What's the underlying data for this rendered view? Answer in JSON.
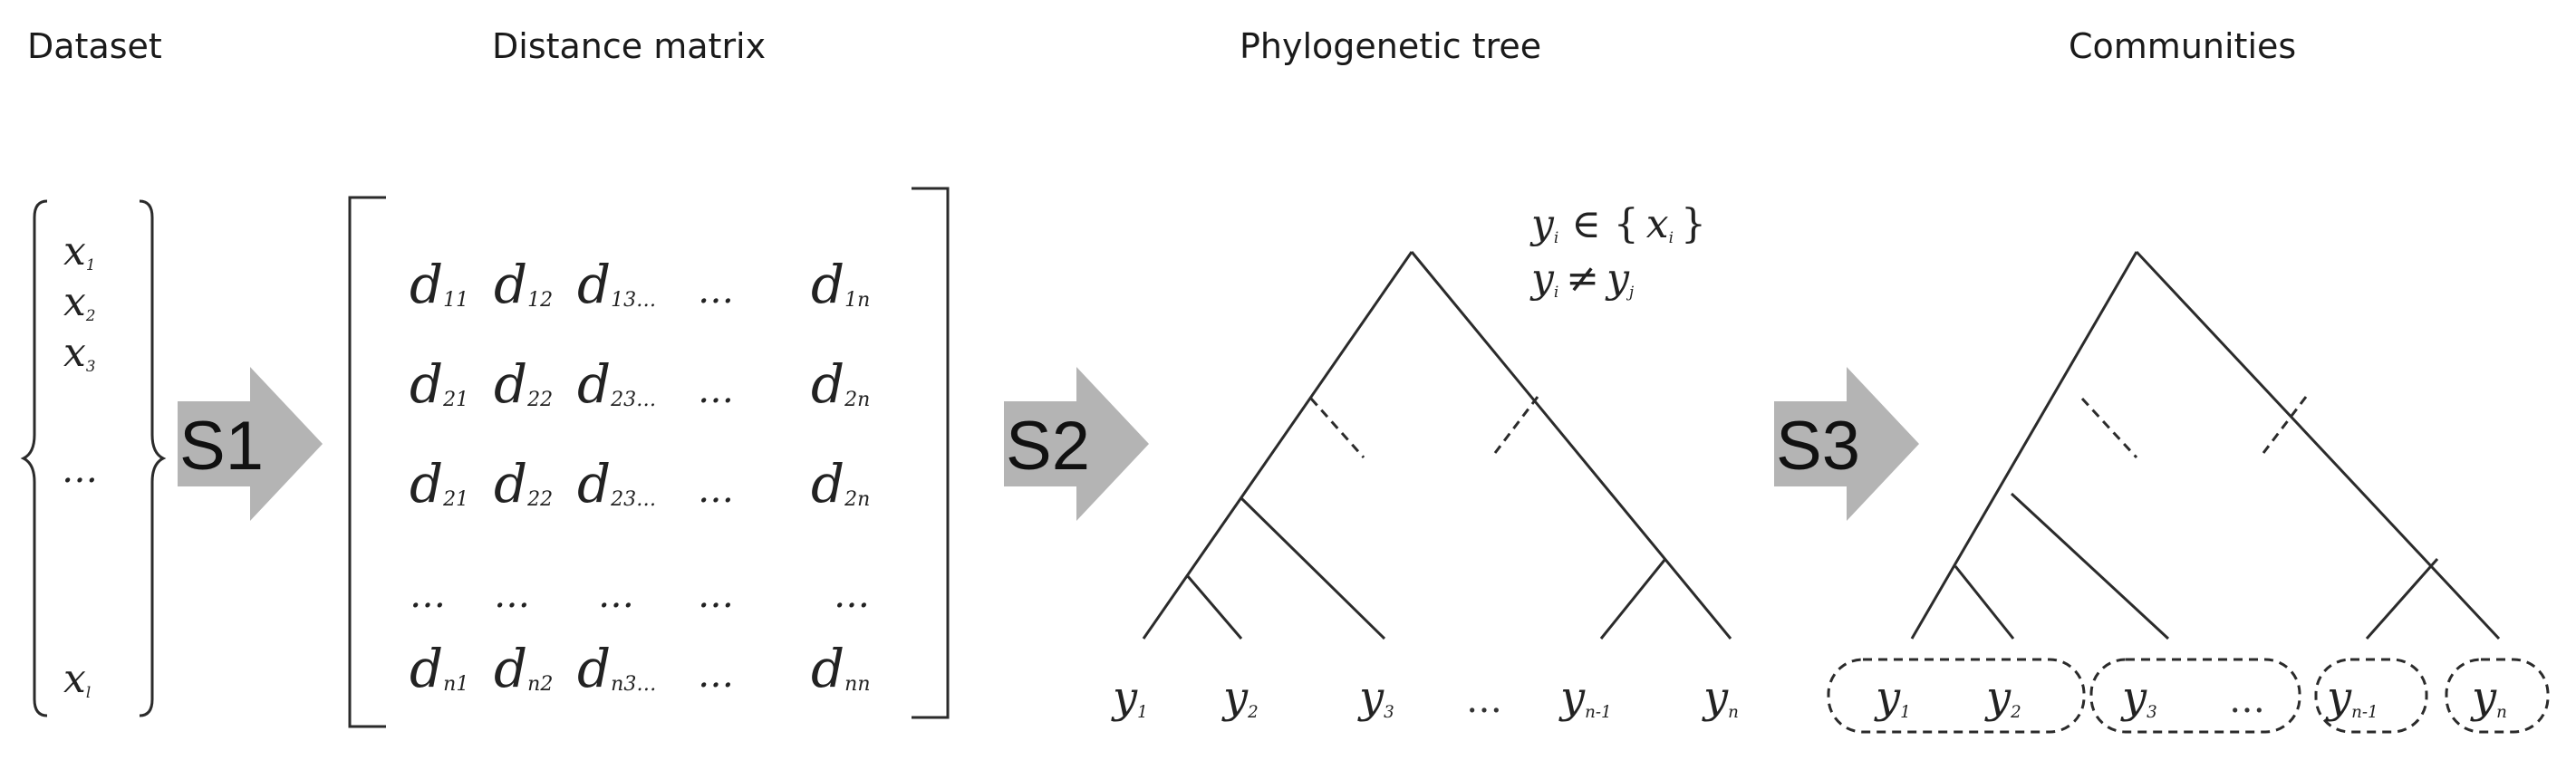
{
  "titles": {
    "dataset": "Dataset",
    "distance_matrix": "Distance matrix",
    "phylogenetic_tree": "Phylogenetic tree",
    "communities": "Communities"
  },
  "steps": [
    "S1",
    "S2",
    "S3"
  ],
  "dataset": {
    "items": [
      {
        "base": "x",
        "sub": "1"
      },
      {
        "base": "x",
        "sub": "2"
      },
      {
        "base": "x",
        "sub": "3"
      },
      {
        "base": "…",
        "sub": ""
      },
      {
        "base": "x",
        "sub": "l"
      }
    ]
  },
  "matrix": {
    "rows": [
      [
        {
          "b": "d",
          "s": "11"
        },
        {
          "b": "d",
          "s": "12"
        },
        {
          "b": "d",
          "s": "13…"
        },
        {
          "b": "…",
          "s": ""
        },
        {
          "b": "d",
          "s": "1n"
        }
      ],
      [
        {
          "b": "d",
          "s": "21"
        },
        {
          "b": "d",
          "s": "22"
        },
        {
          "b": "d",
          "s": "23…"
        },
        {
          "b": "…",
          "s": ""
        },
        {
          "b": "d",
          "s": "2n"
        }
      ],
      [
        {
          "b": "d",
          "s": "21"
        },
        {
          "b": "d",
          "s": "22"
        },
        {
          "b": "d",
          "s": "23…"
        },
        {
          "b": "…",
          "s": ""
        },
        {
          "b": "d",
          "s": "2n"
        }
      ],
      [
        {
          "b": "…",
          "s": ""
        },
        {
          "b": "…",
          "s": ""
        },
        {
          "b": "…",
          "s": ""
        },
        {
          "b": "…",
          "s": ""
        },
        {
          "b": "…",
          "s": ""
        }
      ],
      [
        {
          "b": "d",
          "s": "n1"
        },
        {
          "b": "d",
          "s": "n2"
        },
        {
          "b": "d",
          "s": "n3…"
        },
        {
          "b": "…",
          "s": ""
        },
        {
          "b": "d",
          "s": "nn"
        }
      ]
    ]
  },
  "tree": {
    "formula_line1": {
      "lhs": "y",
      "lhs_sub": "i",
      "op": "∈ {",
      "rhs": "x",
      "rhs_sub": "i",
      "close": "}"
    },
    "formula_line2": {
      "lhs": "y",
      "lhs_sub": "i",
      "op": "≠",
      "rhs": "y",
      "rhs_sub": "j"
    },
    "leaves": [
      {
        "base": "y",
        "sub": "1"
      },
      {
        "base": "y",
        "sub": "2"
      },
      {
        "base": "y",
        "sub": "3"
      },
      {
        "base": "…",
        "sub": ""
      },
      {
        "base": "y",
        "sub": "n-1"
      },
      {
        "base": "y",
        "sub": "n"
      }
    ]
  },
  "communities": {
    "leaves": [
      {
        "base": "y",
        "sub": "1"
      },
      {
        "base": "y",
        "sub": "2"
      },
      {
        "base": "y",
        "sub": "3"
      },
      {
        "base": "…",
        "sub": ""
      },
      {
        "base": "y",
        "sub": "n-1"
      },
      {
        "base": "y",
        "sub": "n"
      }
    ]
  }
}
